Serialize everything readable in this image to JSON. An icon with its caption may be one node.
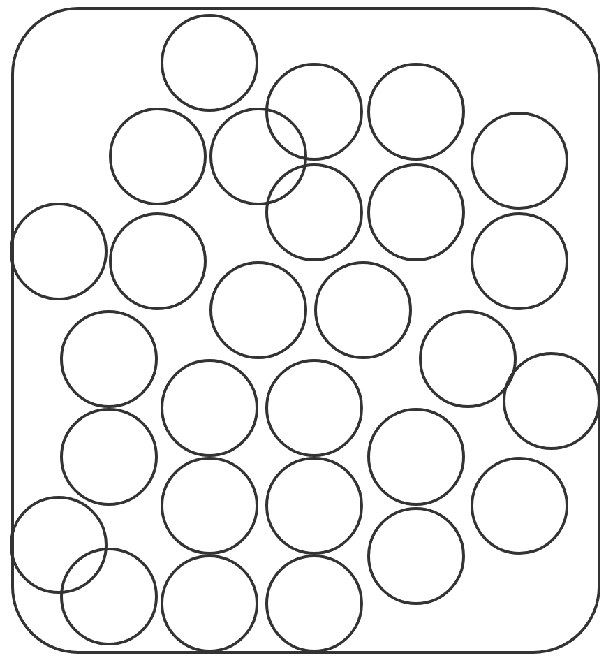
{
  "diagram": {
    "nodes": [
      {
        "text": [],
        "shape": "box"
      },
      {
        "text": [],
        "shape": "circle",
        "in": 0
      },
      {
        "text": [],
        "shape": "circle",
        "in": 0
      },
      {
        "text": [],
        "shape": "circle",
        "in": 0
      },
      {
        "text": [],
        "shape": "circle",
        "in": 0
      },
      {
        "text": [],
        "shape": "circle",
        "in": 0
      },
      {
        "text": [],
        "shape": "circle",
        "in": 0
      },
      {
        "text": [],
        "shape": "circle",
        "in": 0
      },
      {
        "text": [],
        "shape": "circle",
        "in": 0
      },
      {
        "text": [],
        "shape": "circle",
        "in": 0
      },
      {
        "text": [],
        "shape": "circle",
        "in": 0
      },
      {
        "text": [],
        "shape": "circle",
        "in": 0
      },
      {
        "text": [],
        "shape": "circle",
        "in": 0
      },
      {
        "text": [],
        "shape": "circle",
        "in": 0
      },
      {
        "text": [],
        "shape": "circle",
        "in": 0
      },
      {
        "text": [],
        "shape": "circle",
        "in": 0
      },
      {
        "text": [],
        "shape": "circle",
        "in": 0
      },
      {
        "text": [],
        "shape": "circle",
        "in": 0
      },
      {
        "text": [],
        "shape": "circle",
        "in": 0
      },
      {
        "text": [],
        "shape": "circle",
        "in": 0
      },
      {
        "text": [],
        "shape": "circle",
        "in": 0
      },
      {
        "text": [],
        "shape": "circle",
        "in": 0
      },
      {
        "text": [],
        "shape": "circle",
        "in": 0
      },
      {
        "text": [],
        "shape": "circle",
        "in": 0
      },
      {
        "text": [],
        "shape": "circle",
        "in": 0
      },
      {
        "text": [],
        "shape": "circle",
        "in": 0
      },
      {
        "text": [],
        "shape": "circle",
        "in": 0
      },
      {
        "text": [],
        "shape": "circle",
        "in": 0
      },
      {
        "text": [],
        "shape": "circle",
        "in": 0
      }
    ]
  }
}
